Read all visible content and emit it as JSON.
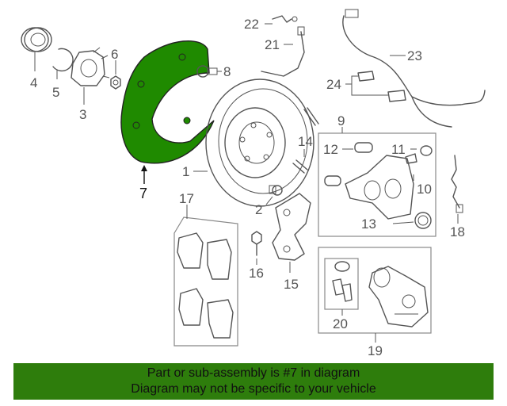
{
  "diagram": {
    "labels": {
      "p1": "1",
      "p2": "2",
      "p3": "3",
      "p4": "4",
      "p5": "5",
      "p6": "6",
      "p7": "7",
      "p8": "8",
      "p9": "9",
      "p10": "10",
      "p11": "11",
      "p12": "12",
      "p13": "13",
      "p14": "14",
      "p15": "15",
      "p16": "16",
      "p17": "17",
      "p18": "18",
      "p19": "19",
      "p20": "20",
      "p21": "21",
      "p22": "22",
      "p23": "23",
      "p24": "24"
    },
    "highlight_part": "7",
    "colors": {
      "highlight": "#1f8a00",
      "line": "#555555",
      "box": "#888888",
      "banner": "#2e7d0c"
    }
  },
  "banner": {
    "line1": "Part or sub-assembly is #7 in diagram",
    "line2": "Diagram may not be specific to your vehicle"
  }
}
